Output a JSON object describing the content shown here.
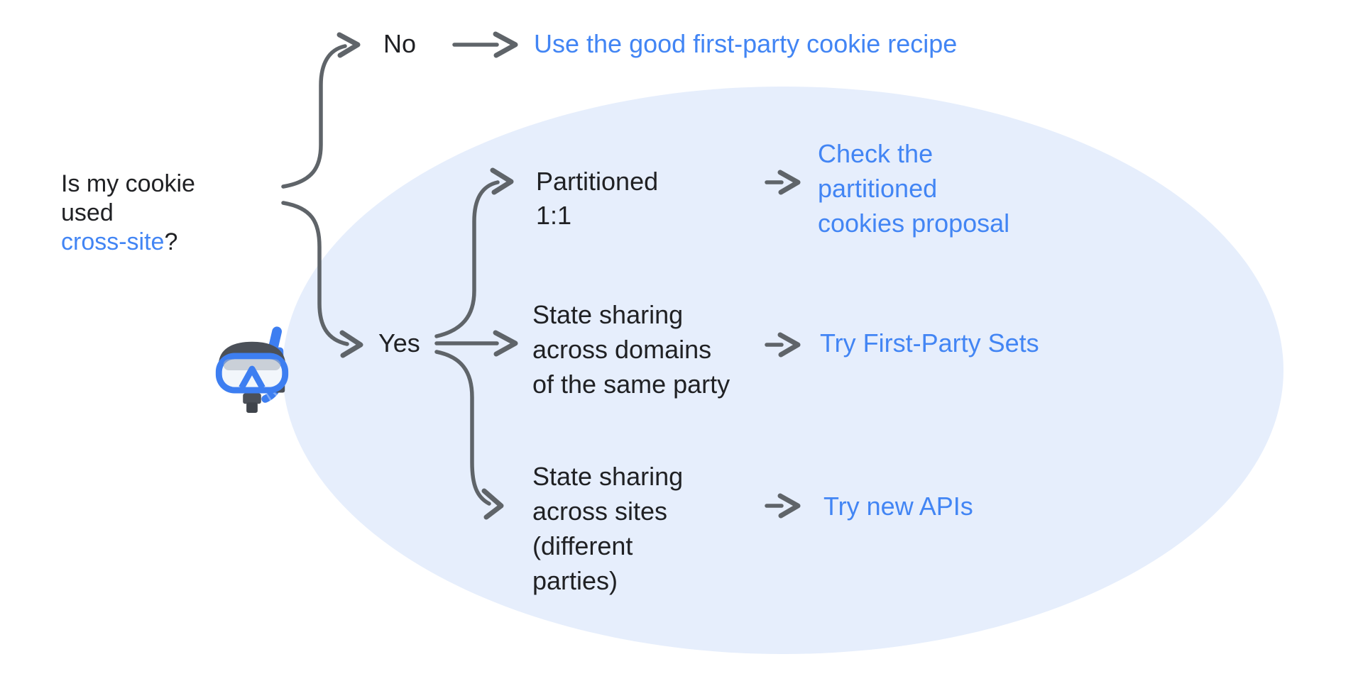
{
  "colors": {
    "link_blue": "#4285F4",
    "text_dark": "#202124",
    "arrow_gray": "#5F6469",
    "ellipse_fill": "#E6EEFC"
  },
  "question": {
    "prefix": "Is my cookie\nused\n",
    "highlight": "cross-site",
    "suffix": "?"
  },
  "no_branch": {
    "label": "No",
    "result": "Use the good first-party cookie recipe"
  },
  "yes_branch": {
    "label": "Yes",
    "sub_branches": [
      {
        "condition": "Partitioned\n1:1",
        "result": "Check the\npartitioned\ncookies proposal"
      },
      {
        "condition": "State sharing\nacross domains\nof the same party",
        "result": "Try First-Party Sets"
      },
      {
        "condition": "State sharing\nacross sites\n(different\nparties)",
        "result": "Try new APIs"
      }
    ]
  },
  "icons": {
    "diving_mask": "diving-mask"
  }
}
